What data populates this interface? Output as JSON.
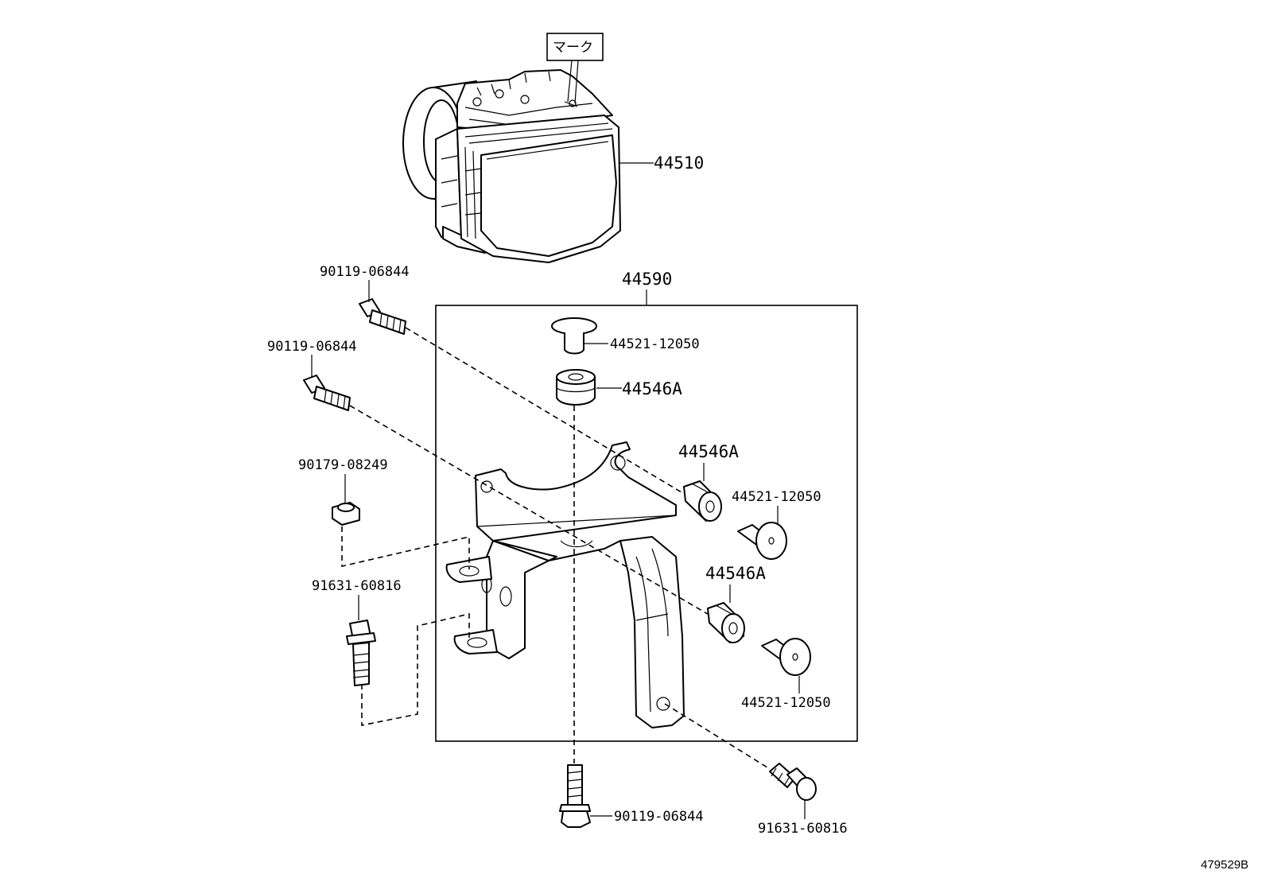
{
  "diagram": {
    "labels": {
      "mark": "マーク",
      "actuator": "44510",
      "bracket_assy": "44590",
      "bolt_top_1": "90119-06844",
      "bolt_top_2": "90119-06844",
      "nut": "90179-08249",
      "bolt_left": "91631-60816",
      "collar_top": "44521-12050",
      "cushion_top": "44546A",
      "cushion_mid": "44546A",
      "collar_mid": "44521-12050",
      "cushion_low": "44546A",
      "collar_low": "44521-12050",
      "bolt_bottom": "90119-06844",
      "bolt_right": "91631-60816"
    },
    "reference": "479529B"
  }
}
